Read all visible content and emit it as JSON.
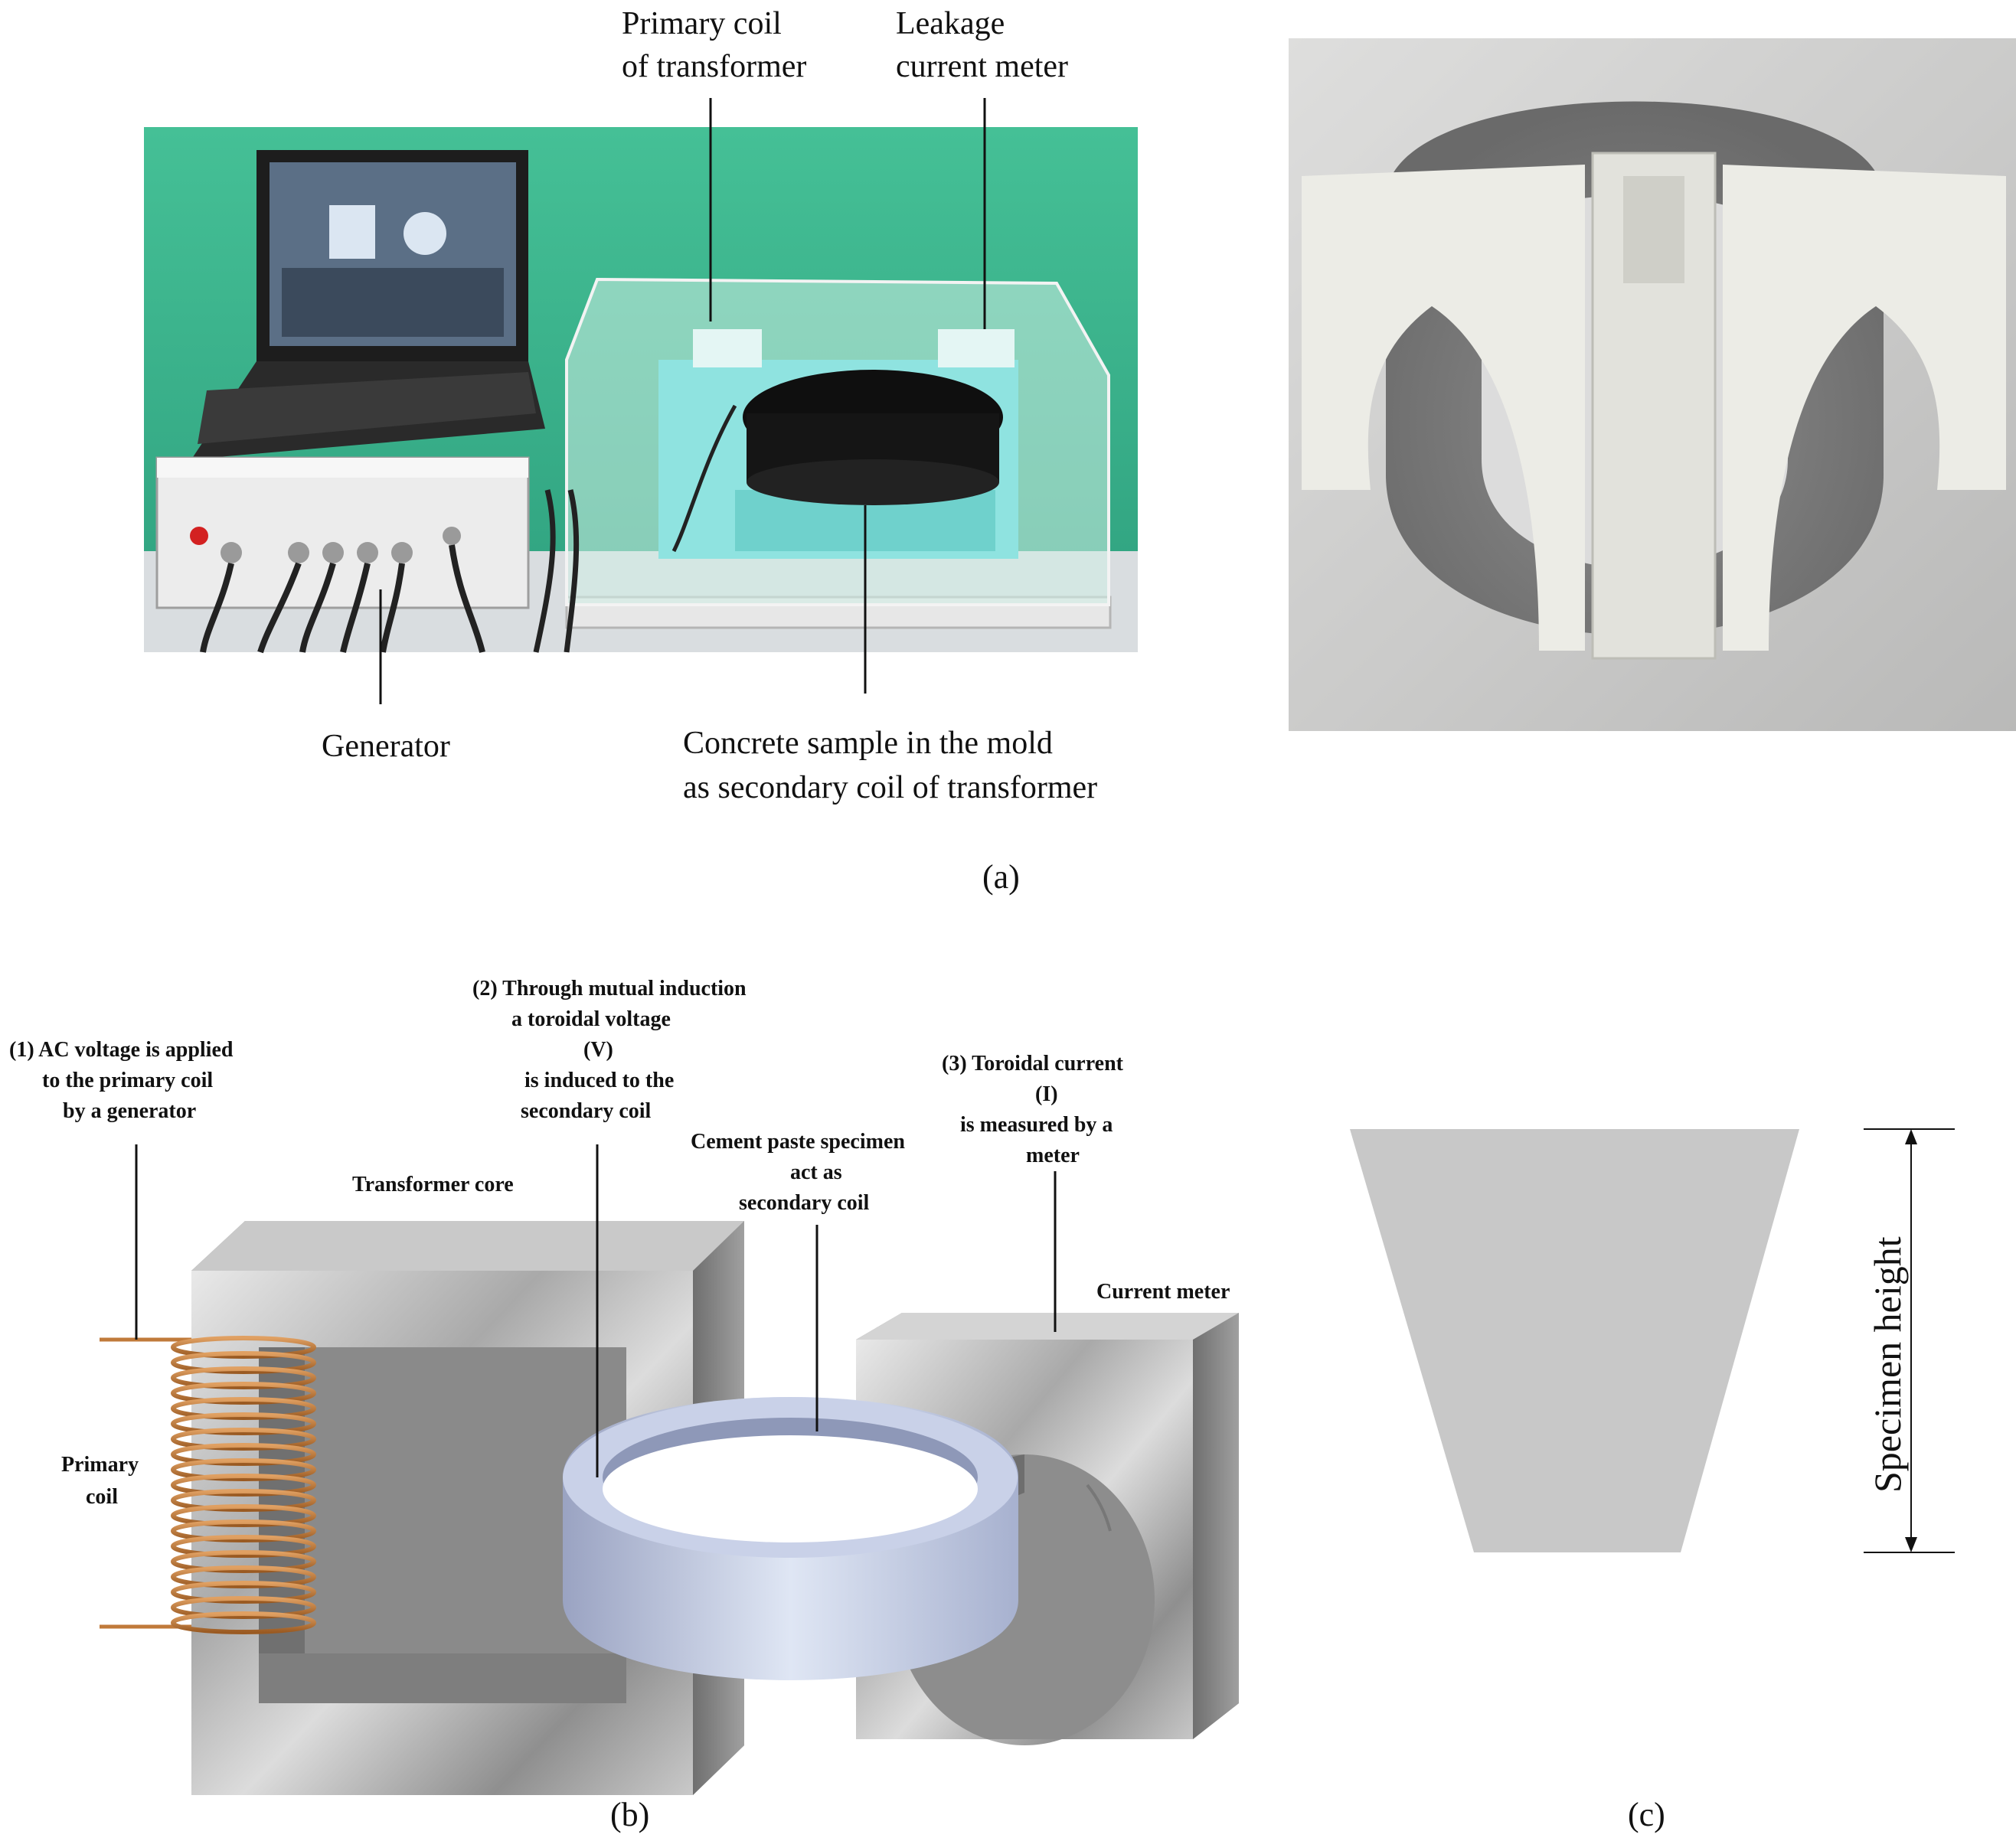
{
  "panel_a": {
    "labels": {
      "primary_coil": [
        "Primary coil",
        "of transformer"
      ],
      "leakage_meter": [
        "Leakage",
        "current meter"
      ],
      "generator": "Generator",
      "concrete_sample": [
        "Concrete sample in the mold",
        "as secondary coil of transformer"
      ]
    },
    "caption": "(a)"
  },
  "panel_b": {
    "labels": {
      "step1": [
        "(1) AC voltage is applied",
        "to the primary coil",
        "by a generator"
      ],
      "step2": [
        "(2) Through mutual induction",
        "a toroidal voltage",
        "(V)",
        "is induced to the",
        "secondary coil"
      ],
      "step3": [
        "(3) Toroidal current",
        "(I)",
        "is measured by a",
        "meter"
      ],
      "cement": [
        "Cement paste specimen",
        "act as",
        "secondary coil"
      ],
      "transformer_core": "Transformer core",
      "current_meter": "Current meter",
      "primary_coil": [
        "Primary",
        "coil"
      ]
    },
    "caption": "(b)"
  },
  "panel_c": {
    "labels": {
      "height": "Specimen height"
    },
    "caption": "(c)"
  },
  "colors": {
    "lab_background": "#3fb58f",
    "instrument_box": "#eeeeee",
    "cyan_fixture": "#8fe3e0",
    "metal": "#b8b8b8",
    "ring": "#b9c3df",
    "copper": "#c07a3a",
    "specimen": "#c8c8c8"
  }
}
